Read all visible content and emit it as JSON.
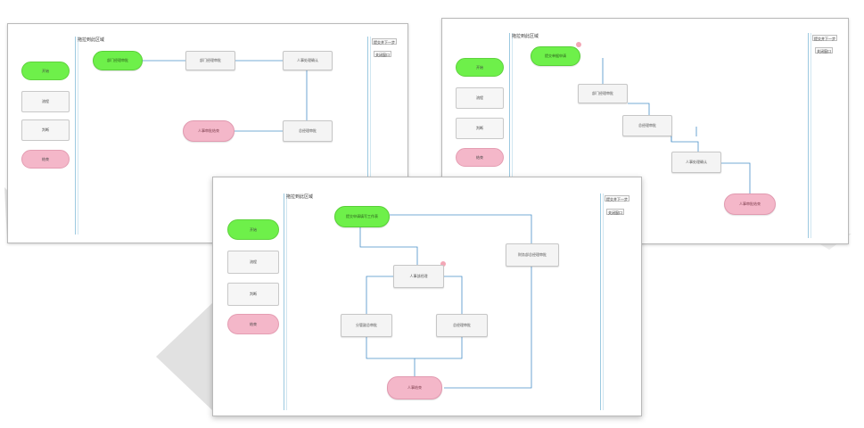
{
  "area_title": "拖拉到此区域",
  "side_buttons": [
    "提交并下一步",
    "关闭窗口"
  ],
  "palette": [
    "开始",
    "流程",
    "判断",
    "结束"
  ],
  "screens": [
    {
      "name": "linear-flow",
      "nodes": [
        "部门经理审批",
        "部门经理审批",
        "人事处理确认",
        "人事审批结束",
        "总经理审批"
      ]
    },
    {
      "name": "diagonal-flow",
      "nodes": [
        "提交单据申请",
        "部门经理审批",
        "总经理审批",
        "人事处理确认",
        "人事审批结束"
      ]
    },
    {
      "name": "branch-flow",
      "nodes": [
        "提交申请填写工作表",
        "人事部经理",
        "总经理审批",
        "分管副总审批",
        "人事结束",
        "财务部总经理审批"
      ]
    }
  ],
  "colors": {
    "start": "#6ef04a",
    "end": "#f4b7c9",
    "edge": "#4a90c8"
  }
}
